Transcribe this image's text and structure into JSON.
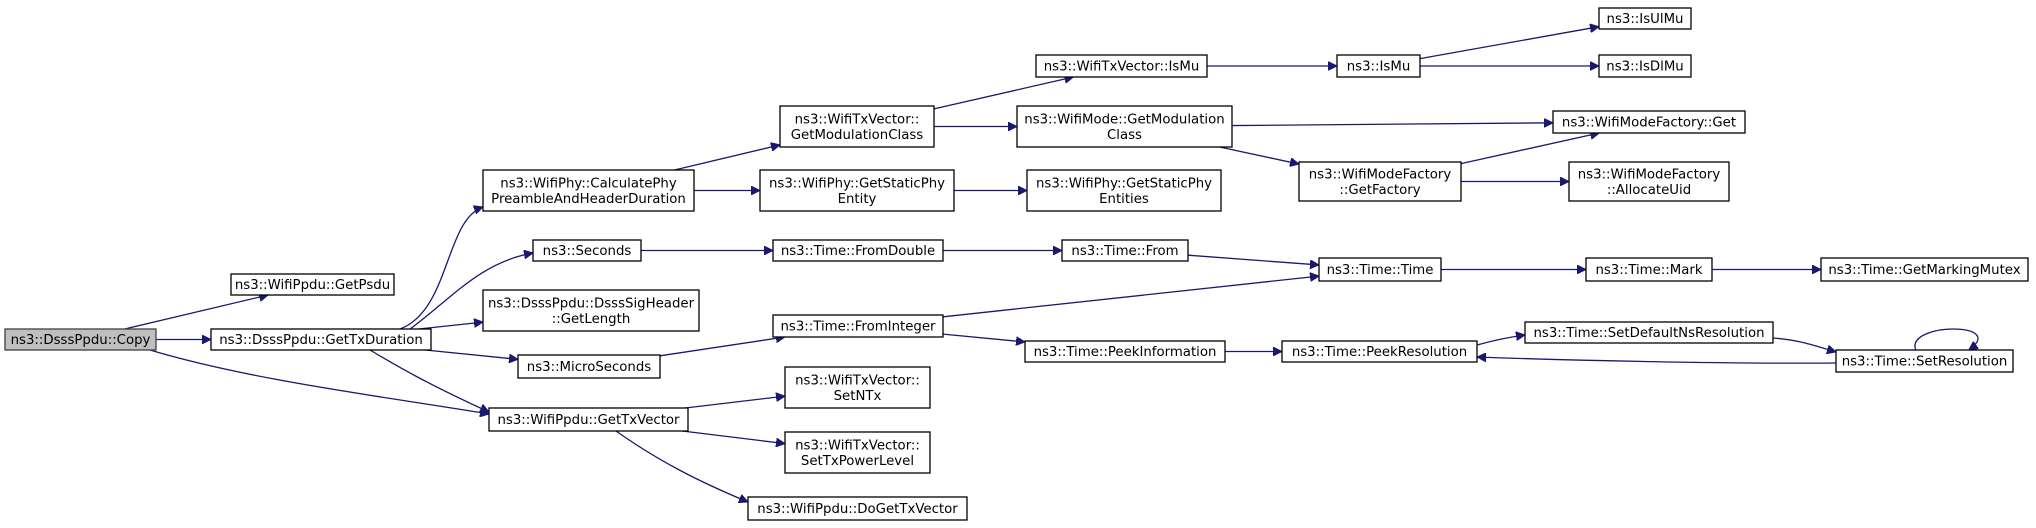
{
  "graph": {
    "root": "n_copy",
    "nodes": [
      {
        "id": "n_copy",
        "lines": [
          "ns3::DsssPpdu::Copy"
        ],
        "is_root": true
      },
      {
        "id": "n_getpsdu",
        "lines": [
          "ns3::WifiPpdu::GetPsdu"
        ]
      },
      {
        "id": "n_gettxduration",
        "lines": [
          "ns3::DsssPpdu::GetTxDuration"
        ]
      },
      {
        "id": "n_gettxvector",
        "lines": [
          "ns3::WifiPpdu::GetTxVector"
        ]
      },
      {
        "id": "n_calcphy",
        "lines": [
          "ns3::WifiPhy::CalculatePhy",
          "PreambleAndHeaderDuration"
        ]
      },
      {
        "id": "n_seconds",
        "lines": [
          "ns3::Seconds"
        ]
      },
      {
        "id": "n_siggetlength",
        "lines": [
          "ns3::DsssPpdu::DsssSigHeader",
          "::GetLength"
        ]
      },
      {
        "id": "n_microseconds",
        "lines": [
          "ns3::MicroSeconds"
        ]
      },
      {
        "id": "n_txv_getmodclass",
        "lines": [
          "ns3::WifiTxVector::",
          "GetModulationClass"
        ]
      },
      {
        "id": "n_phy_getstaticentity",
        "lines": [
          "ns3::WifiPhy::GetStaticPhy",
          "Entity"
        ]
      },
      {
        "id": "n_fromdouble",
        "lines": [
          "ns3::Time::FromDouble"
        ]
      },
      {
        "id": "n_frominteger",
        "lines": [
          "ns3::Time::FromInteger"
        ]
      },
      {
        "id": "n_setntx",
        "lines": [
          "ns3::WifiTxVector::",
          "SetNTx"
        ]
      },
      {
        "id": "n_settxpowerlevel",
        "lines": [
          "ns3::WifiTxVector::",
          "SetTxPowerLevel"
        ]
      },
      {
        "id": "n_dogettxvector",
        "lines": [
          "ns3::WifiPpdu::DoGetTxVector"
        ]
      },
      {
        "id": "n_txv_ismu",
        "lines": [
          "ns3::WifiTxVector::IsMu"
        ]
      },
      {
        "id": "n_mode_getmodclass",
        "lines": [
          "ns3::WifiMode::GetModulation",
          "Class"
        ]
      },
      {
        "id": "n_phy_getstaticentities",
        "lines": [
          "ns3::WifiPhy::GetStaticPhy",
          "Entities"
        ]
      },
      {
        "id": "n_from",
        "lines": [
          "ns3::Time::From"
        ]
      },
      {
        "id": "n_peekinformation",
        "lines": [
          "ns3::Time::PeekInformation"
        ]
      },
      {
        "id": "n_ismu",
        "lines": [
          "ns3::IsMu"
        ]
      },
      {
        "id": "n_factory_getfactory",
        "lines": [
          "ns3::WifiModeFactory",
          "::GetFactory"
        ]
      },
      {
        "id": "n_time",
        "lines": [
          "ns3::Time::Time"
        ]
      },
      {
        "id": "n_peekresolution",
        "lines": [
          "ns3::Time::PeekResolution"
        ]
      },
      {
        "id": "n_isulmu",
        "lines": [
          "ns3::IsUlMu"
        ]
      },
      {
        "id": "n_isdlmu",
        "lines": [
          "ns3::IsDlMu"
        ]
      },
      {
        "id": "n_factory_get",
        "lines": [
          "ns3::WifiModeFactory::Get"
        ]
      },
      {
        "id": "n_factory_allocateuid",
        "lines": [
          "ns3::WifiModeFactory",
          "::AllocateUid"
        ]
      },
      {
        "id": "n_mark",
        "lines": [
          "ns3::Time::Mark"
        ]
      },
      {
        "id": "n_setdefaultnsres",
        "lines": [
          "ns3::Time::SetDefaultNsResolution"
        ]
      },
      {
        "id": "n_getmarkingmutex",
        "lines": [
          "ns3::Time::GetMarkingMutex"
        ]
      },
      {
        "id": "n_setresolution",
        "lines": [
          "ns3::Time::SetResolution"
        ]
      }
    ],
    "edges": [
      {
        "from": "n_copy",
        "to": "n_getpsdu"
      },
      {
        "from": "n_copy",
        "to": "n_gettxduration"
      },
      {
        "from": "n_copy",
        "to": "n_gettxvector"
      },
      {
        "from": "n_gettxduration",
        "to": "n_calcphy"
      },
      {
        "from": "n_gettxduration",
        "to": "n_seconds"
      },
      {
        "from": "n_gettxduration",
        "to": "n_siggetlength"
      },
      {
        "from": "n_gettxduration",
        "to": "n_microseconds"
      },
      {
        "from": "n_gettxduration",
        "to": "n_gettxvector"
      },
      {
        "from": "n_calcphy",
        "to": "n_txv_getmodclass"
      },
      {
        "from": "n_calcphy",
        "to": "n_phy_getstaticentity"
      },
      {
        "from": "n_txv_getmodclass",
        "to": "n_txv_ismu"
      },
      {
        "from": "n_txv_getmodclass",
        "to": "n_mode_getmodclass"
      },
      {
        "from": "n_txv_ismu",
        "to": "n_ismu"
      },
      {
        "from": "n_ismu",
        "to": "n_isulmu"
      },
      {
        "from": "n_ismu",
        "to": "n_isdlmu"
      },
      {
        "from": "n_mode_getmodclass",
        "to": "n_factory_get"
      },
      {
        "from": "n_mode_getmodclass",
        "to": "n_factory_getfactory"
      },
      {
        "from": "n_factory_getfactory",
        "to": "n_factory_get"
      },
      {
        "from": "n_factory_getfactory",
        "to": "n_factory_allocateuid"
      },
      {
        "from": "n_phy_getstaticentity",
        "to": "n_phy_getstaticentities"
      },
      {
        "from": "n_seconds",
        "to": "n_fromdouble"
      },
      {
        "from": "n_fromdouble",
        "to": "n_from"
      },
      {
        "from": "n_from",
        "to": "n_time"
      },
      {
        "from": "n_time",
        "to": "n_mark"
      },
      {
        "from": "n_mark",
        "to": "n_getmarkingmutex"
      },
      {
        "from": "n_microseconds",
        "to": "n_frominteger"
      },
      {
        "from": "n_frominteger",
        "to": "n_time"
      },
      {
        "from": "n_frominteger",
        "to": "n_peekinformation"
      },
      {
        "from": "n_peekinformation",
        "to": "n_peekresolution"
      },
      {
        "from": "n_peekresolution",
        "to": "n_setdefaultnsres"
      },
      {
        "from": "n_setdefaultnsres",
        "to": "n_setresolution"
      },
      {
        "from": "n_setresolution",
        "to": "n_peekresolution"
      },
      {
        "from": "n_setresolution",
        "to": "n_setresolution"
      },
      {
        "from": "n_gettxvector",
        "to": "n_setntx"
      },
      {
        "from": "n_gettxvector",
        "to": "n_settxpowerlevel"
      },
      {
        "from": "n_gettxvector",
        "to": "n_dogettxvector"
      }
    ],
    "colors": {
      "edge": "#191970",
      "node_border": "#000000",
      "root_fill": "#bfbfbf",
      "node_fill": "#ffffff"
    }
  }
}
